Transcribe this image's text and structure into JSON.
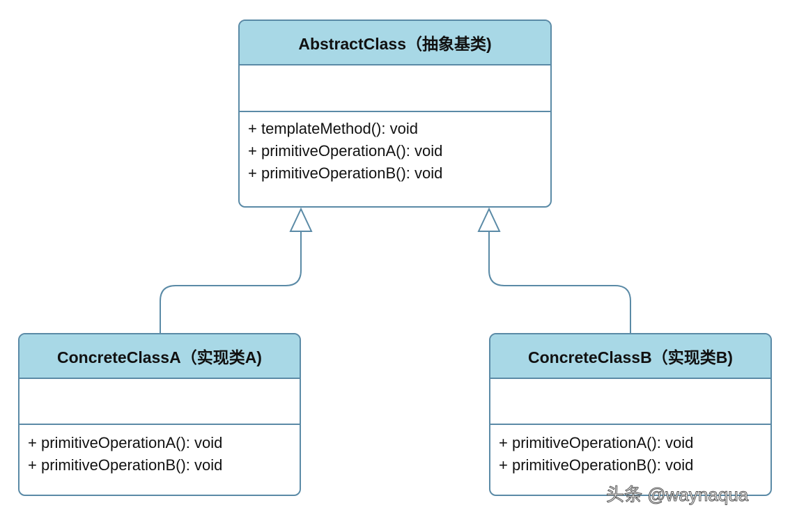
{
  "classes": {
    "abstract": {
      "title": "AbstractClass（抽象基类)",
      "operations": [
        "+ templateMethod(): void",
        "+ primitiveOperationA(): void",
        "+ primitiveOperationB(): void"
      ]
    },
    "concrete_a": {
      "title": "ConcreteClassA（实现类A)",
      "operations": [
        "+ primitiveOperationA(): void",
        "+ primitiveOperationB(): void"
      ]
    },
    "concrete_b": {
      "title": "ConcreteClassB（实现类B)",
      "operations": [
        "+ primitiveOperationA(): void",
        "+ primitiveOperationB(): void"
      ]
    }
  },
  "watermark": "头条 @waynaqua",
  "colors": {
    "header_fill": "#a8d8e6",
    "border": "#5a8aa6"
  }
}
